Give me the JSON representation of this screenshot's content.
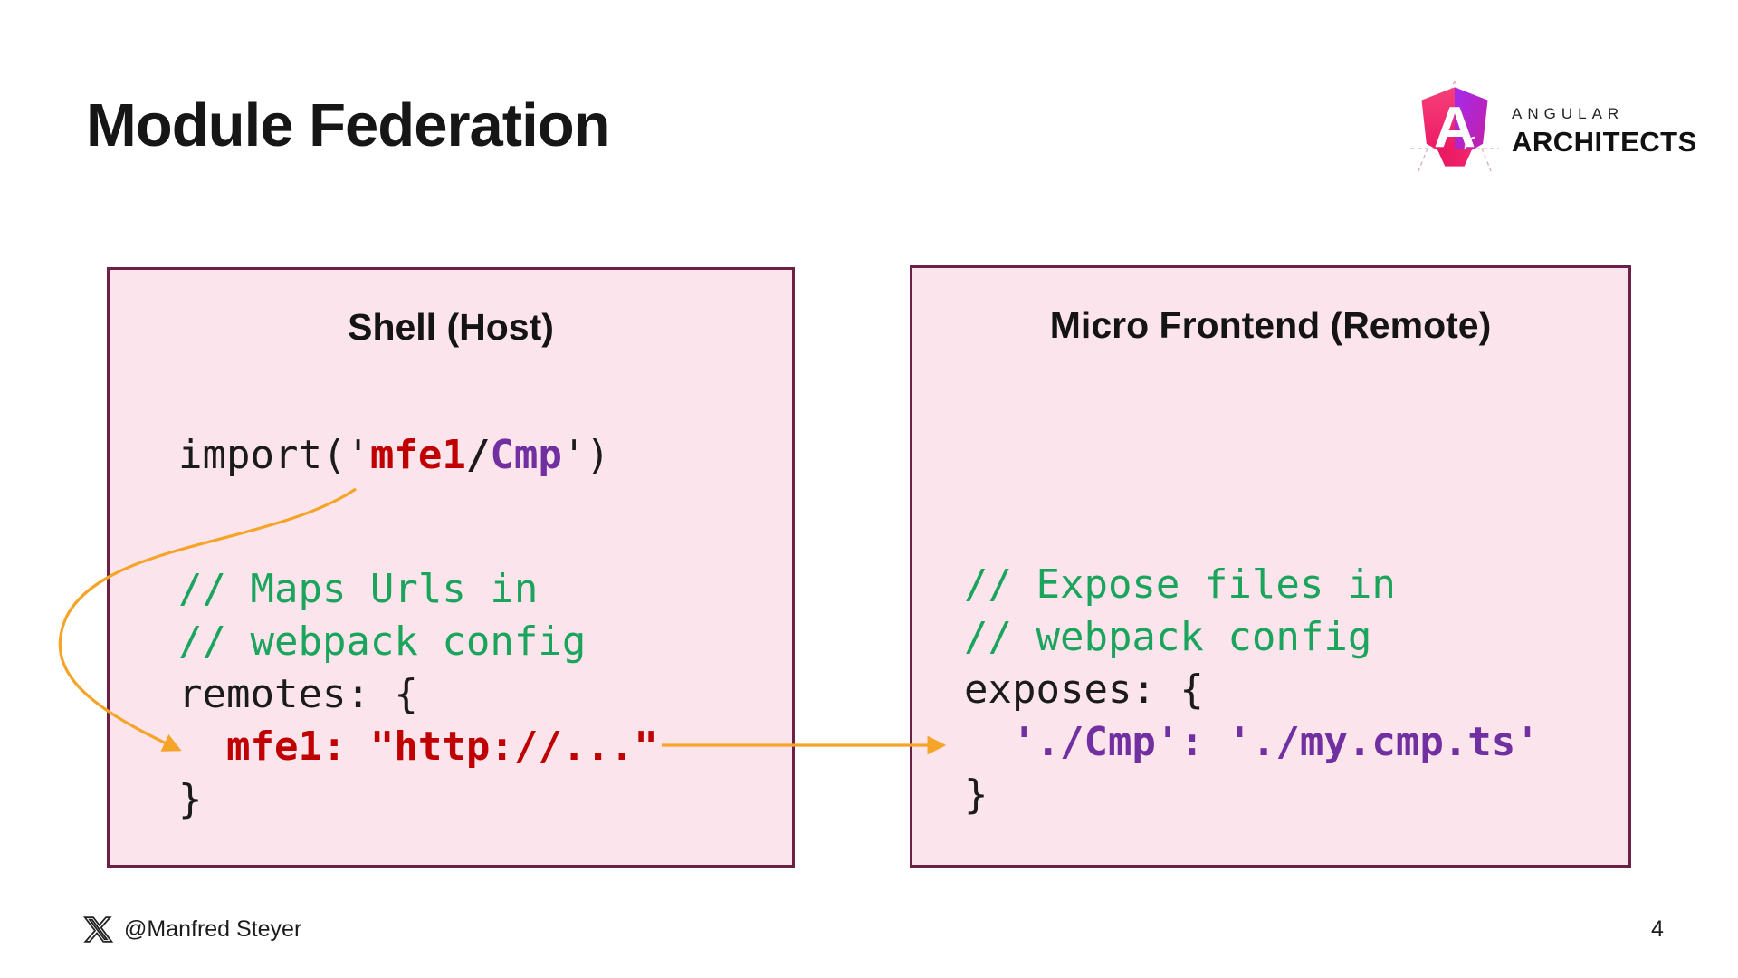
{
  "slide": {
    "title": "Module Federation",
    "page_number": "4"
  },
  "logo": {
    "brand_top": "ANGULAR",
    "brand_bottom": "ARCHITECTS"
  },
  "footer": {
    "handle": "@Manfred Steyer"
  },
  "colors": {
    "panel_background": "#fce4ed",
    "panel_border": "#6b2045",
    "comment_green": "#1aa45c",
    "keyword_red": "#c00000",
    "identifier_purple": "#7030a0",
    "arrow_orange": "#f5a428"
  },
  "panels": {
    "shell": {
      "title": "Shell (Host)",
      "import_line": [
        [
          {
            "style": "k",
            "text": "import('"
          },
          {
            "style": "r",
            "text": "mfe1"
          },
          {
            "style": "kb",
            "text": "/"
          },
          {
            "style": "p",
            "text": "Cmp"
          },
          {
            "style": "k",
            "text": "')"
          }
        ]
      ],
      "config_block": [
        [
          {
            "style": "g",
            "text": "// Maps Urls in"
          }
        ],
        [
          {
            "style": "g",
            "text": "// webpack config"
          }
        ],
        [
          {
            "style": "k",
            "text": "remotes: {"
          }
        ],
        [
          {
            "style": "r",
            "text": "  mfe1: \"http://...\""
          }
        ],
        [
          {
            "style": "k",
            "text": "}"
          }
        ]
      ]
    },
    "remote": {
      "title": "Micro Frontend (Remote)",
      "config_block": [
        [
          {
            "style": "g",
            "text": "// Expose files in"
          }
        ],
        [
          {
            "style": "g",
            "text": "// webpack config"
          }
        ],
        [
          {
            "style": "k",
            "text": "exposes: {"
          }
        ],
        [
          {
            "style": "p",
            "text": "  './Cmp': './my.cmp.ts'"
          }
        ],
        [
          {
            "style": "k",
            "text": "}"
          }
        ]
      ]
    }
  }
}
